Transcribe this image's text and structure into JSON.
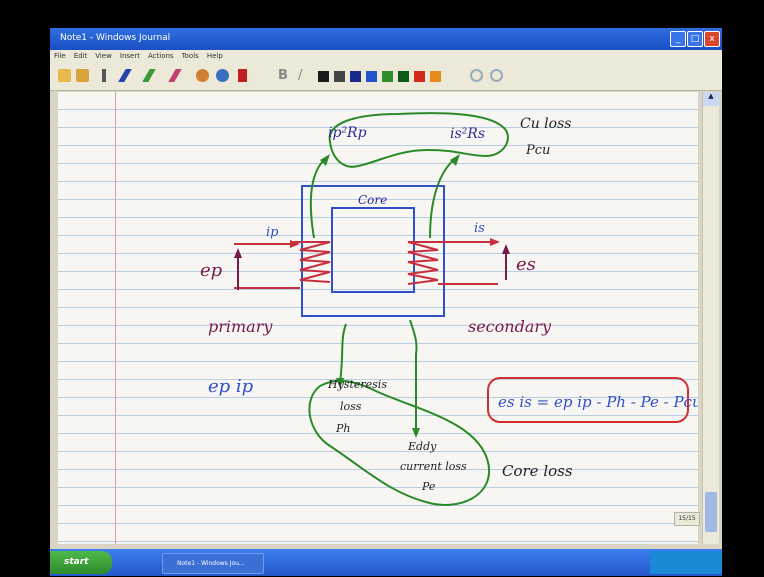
{
  "window": {
    "title": "Note1 - Windows Journal",
    "min": "_",
    "max": "□",
    "close": "x"
  },
  "menu": [
    "File",
    "Edit",
    "View",
    "Insert",
    "Actions",
    "Tools",
    "Help"
  ],
  "toolbar": {
    "colors": [
      "#1a1a1a",
      "#444444",
      "#1a2a8a",
      "#2255cc",
      "#2f8f2f",
      "#0d5a1a",
      "#d32a1a",
      "#e88a1a"
    ]
  },
  "note": {
    "cu_loss": "Cu loss",
    "p_cu": "Pcu",
    "ip2rp": "ip²Rp",
    "is2rs": "is²Rs",
    "core": "Core",
    "ip": "ip",
    "is": "is",
    "ep": "ep",
    "es": "es",
    "primary": "primary",
    "secondary": "secondary",
    "ep_ip": "ep ip",
    "equation": "es is = ep ip - Ph - Pe - Pcu",
    "hysteresis": "Hysteresis",
    "loss": "loss",
    "ph": "Ph",
    "eddy": "Eddy",
    "current_loss": "current loss",
    "pe": "Pe",
    "core_loss": "Core loss"
  },
  "status": {
    "page": "15/15"
  },
  "taskbar": {
    "start": "start",
    "app": "Note1 - Windows Jou..."
  }
}
